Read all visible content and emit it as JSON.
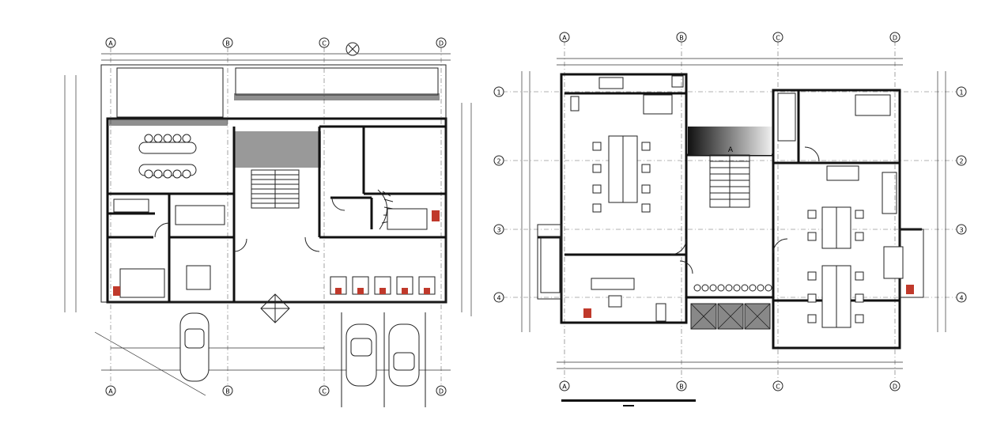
{
  "plans": [
    {
      "name": "left-floor-plan",
      "grid_columns": [
        "A",
        "B",
        "C",
        "D"
      ],
      "grid_rows": []
    },
    {
      "name": "right-floor-plan",
      "grid_columns": [
        "A",
        "B",
        "C",
        "D"
      ],
      "grid_rows": [
        "1",
        "2",
        "3",
        "4"
      ],
      "stair_label": "A"
    }
  ],
  "colors": {
    "line": "#111111",
    "accent_red": "#c0392b",
    "background": "#ffffff"
  }
}
